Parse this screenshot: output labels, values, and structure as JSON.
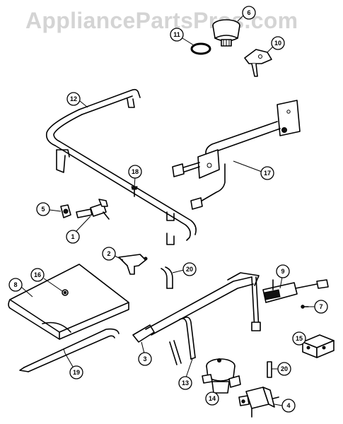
{
  "watermark": "AppliancePartsPros.com",
  "callouts": [
    {
      "id": "c1",
      "label": "1"
    },
    {
      "id": "c2",
      "label": "2"
    },
    {
      "id": "c3",
      "label": "3"
    },
    {
      "id": "c4",
      "label": "4"
    },
    {
      "id": "c5",
      "label": "5"
    },
    {
      "id": "c6",
      "label": "6"
    },
    {
      "id": "c7",
      "label": "7"
    },
    {
      "id": "c8",
      "label": "8"
    },
    {
      "id": "c9",
      "label": "9"
    },
    {
      "id": "c10",
      "label": "10"
    },
    {
      "id": "c11",
      "label": "11"
    },
    {
      "id": "c12",
      "label": "12"
    },
    {
      "id": "c13",
      "label": "13"
    },
    {
      "id": "c14",
      "label": "14"
    },
    {
      "id": "c15",
      "label": "15"
    },
    {
      "id": "c16",
      "label": "16"
    },
    {
      "id": "c17",
      "label": "17"
    },
    {
      "id": "c18",
      "label": "18"
    },
    {
      "id": "c19",
      "label": "19"
    },
    {
      "id": "c20a",
      "label": "20"
    },
    {
      "id": "c20b",
      "label": "20"
    }
  ]
}
